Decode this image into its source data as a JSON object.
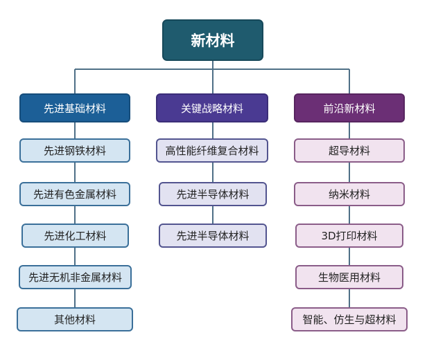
{
  "root": {
    "label": "新材料"
  },
  "categories": [
    {
      "label": "先进基础材料",
      "items": [
        "先进钢铁材料",
        "先进有色金属材料",
        "先进化工材料",
        "先进无机非金属材料",
        "其他材料"
      ]
    },
    {
      "label": "关键战略材料",
      "items": [
        "高性能纤维复合材料",
        "先进半导体材料",
        "先进半导体材料"
      ]
    },
    {
      "label": "前沿新材料",
      "items": [
        "超导材料",
        "纳米材料",
        "3D打印材料",
        "生物医用材料",
        "智能、仿生与超材料"
      ]
    }
  ],
  "colors": {
    "root": "#1f5b6e",
    "cat_blue": "#1c5f97",
    "cat_indigo": "#4a3a92",
    "cat_purple": "#6b2f75",
    "line": "#4e6f86"
  }
}
